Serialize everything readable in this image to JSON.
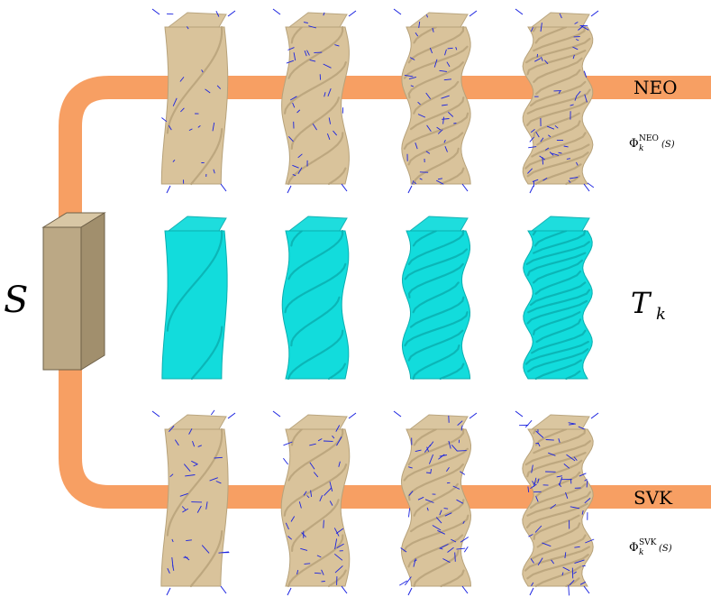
{
  "diagram": {
    "source_label": "S",
    "target_label_main": "T",
    "target_label_sub": "k",
    "top_branch": {
      "label": "NEO",
      "phi_main": "Φ",
      "phi_sub": "k",
      "phi_sup": "NEO",
      "phi_arg": "(S)"
    },
    "bottom_branch": {
      "label": "SVK",
      "phi_main": "Φ",
      "phi_sub": "k",
      "phi_sup": "SVK",
      "phi_arg": "(S)"
    },
    "twist_levels": [
      1,
      2,
      3,
      4
    ],
    "colors": {
      "band": "#F79F63",
      "beige": "#D9C39B",
      "beige_dark": "#B7A27A",
      "source_box": "#BBA885",
      "cyan": "#12DCDC",
      "cyan_dark": "#0AAFB0",
      "vector": "#1A22E0"
    }
  }
}
